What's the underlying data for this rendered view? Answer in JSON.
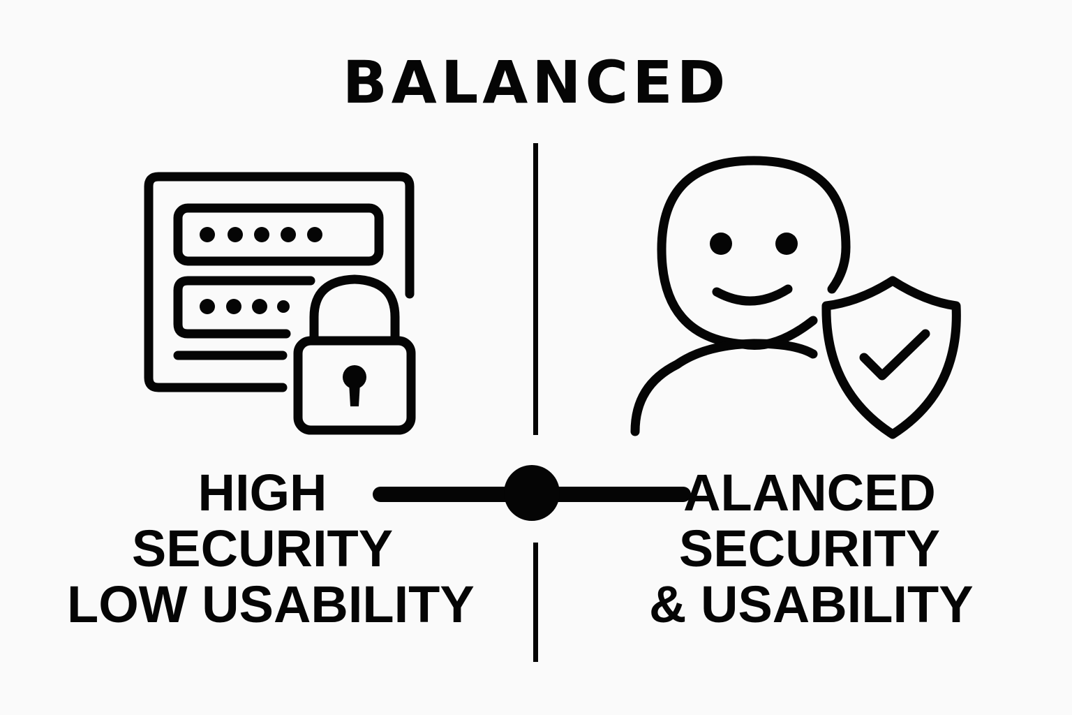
{
  "title": "BALANCED",
  "left_label": {
    "line1": "HIGH",
    "line2": "SECURITY",
    "line3": "LOW USABILITY"
  },
  "right_label": {
    "line1": "ALANCED",
    "line2": "SECURITY",
    "line3": "& USABILITY"
  },
  "slider": {
    "level": 0.5
  },
  "icons": {
    "left": [
      "login-form-icon",
      "padlock-icon"
    ],
    "right": [
      "smiley-user-icon",
      "shield-check-icon"
    ]
  },
  "colors": {
    "ink": "#050505",
    "background": "#fafafa"
  }
}
